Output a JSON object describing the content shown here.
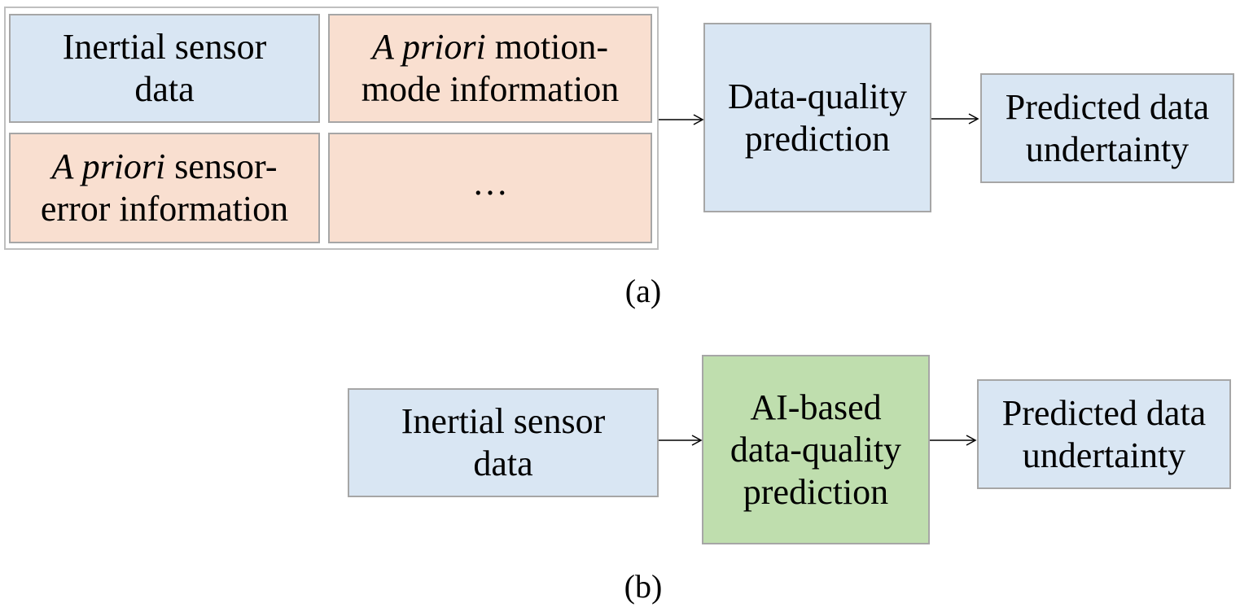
{
  "panel_a": {
    "inputs": {
      "inertial": {
        "line1": "Inertial sensor",
        "line2": "data"
      },
      "motion_mode": {
        "italic": "A priori",
        "line1_rest": " motion-",
        "line2": "mode information"
      },
      "sensor_error": {
        "italic": "A priori",
        "line1_rest": " sensor-",
        "line2": "error information"
      },
      "more": {
        "text": "…"
      }
    },
    "prediction": {
      "line1": "Data-quality",
      "line2": "prediction"
    },
    "output": {
      "line1": "Predicted data",
      "line2": "undertainty"
    },
    "caption": "(a)"
  },
  "panel_b": {
    "input": {
      "line1": "Inertial sensor",
      "line2": "data"
    },
    "prediction": {
      "line1": "AI-based",
      "line2": "data-quality",
      "line3": "prediction"
    },
    "output": {
      "line1": "Predicted data",
      "line2": "undertainty"
    },
    "caption": "(b)"
  },
  "colors": {
    "sensor_box": "#d9e6f3",
    "a_priori_box": "#f9dfd0",
    "ai_box": "#bfdeae",
    "border": "#a6a6a6"
  }
}
